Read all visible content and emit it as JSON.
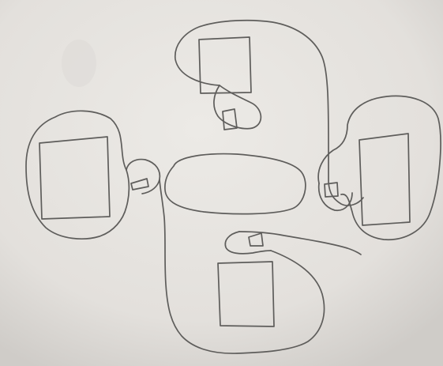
{
  "paper_color": "#e7e4e0",
  "pencil_color": "#5e5d5b",
  "figure": {
    "outer_shapes": 5,
    "large_rectangles": 4,
    "small_squares": 4
  }
}
